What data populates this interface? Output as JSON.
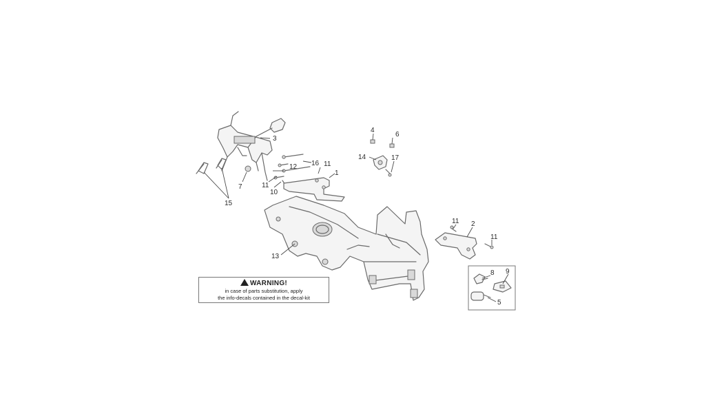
{
  "warning": {
    "title": "WARNING!",
    "line1": "in case of parts substitution, apply",
    "line2": "the info-decals contained in the decal-kit"
  },
  "callouts": {
    "c1": "1",
    "c2": "2",
    "c3": "3",
    "c4": "4",
    "c5": "5",
    "c6": "6",
    "c7": "7",
    "c8": "8",
    "c9": "9",
    "c10": "10",
    "c11a": "11",
    "c11b": "11",
    "c11c": "11",
    "c11d": "11",
    "c12": "12",
    "c13": "13",
    "c14": "14",
    "c15": "15",
    "c16": "16",
    "c17": "17"
  },
  "icons": {
    "warning": "warning-triangle-icon"
  }
}
